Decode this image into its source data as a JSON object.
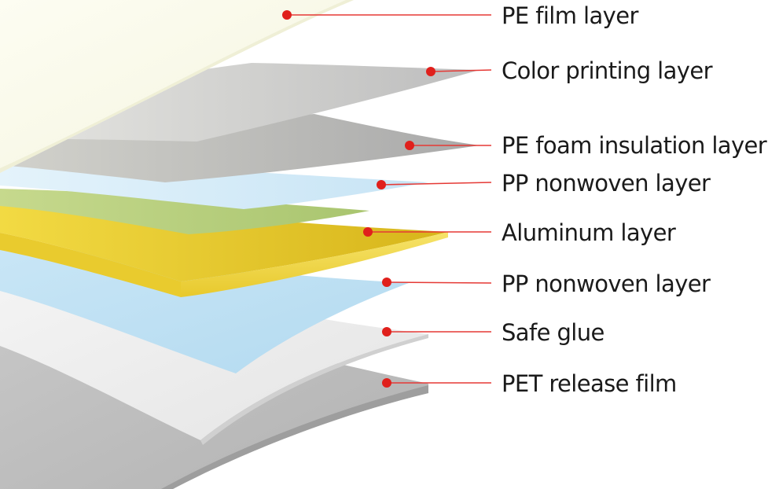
{
  "layers": [
    {
      "label": "PE film layer"
    },
    {
      "label": "Color printing layer"
    },
    {
      "label": "PE foam insulation layer"
    },
    {
      "label": "PP nonwoven layer"
    },
    {
      "label": "Aluminum layer"
    },
    {
      "label": "PP nonwoven layer"
    },
    {
      "label": "Safe glue"
    },
    {
      "label": "PET release film"
    }
  ],
  "colors": {
    "pointer": "#e0201c",
    "pe_film": "#fbfbe8",
    "color_printing": "#c9c9c9",
    "pe_foam": "#b4b4b4",
    "pp_nonwoven": "#cfe8f6",
    "aluminum": "#e4c426",
    "green_stripe": "#b5cf7d",
    "safe_glue": "#efefef",
    "pet_release": "#bdbdbd"
  }
}
